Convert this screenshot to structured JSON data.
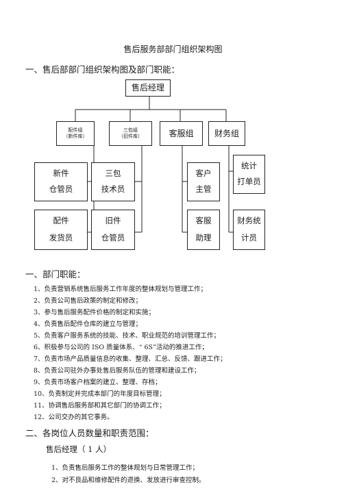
{
  "doc_title": "售后服务部部门组织架构图",
  "section1_heading": "一、售后部部门组织架构图及部门职能：",
  "org": {
    "manager": "售后经理",
    "parts": {
      "line1": "配件组",
      "line2": "（新件库）"
    },
    "sanbao": {
      "line1": "三包组",
      "line2": "（旧件库）"
    },
    "service": "客服组",
    "finance": "财务组",
    "new_parts": {
      "line1": "新件",
      "line2": "仓管员"
    },
    "sanbao_tech": {
      "line1": "三包",
      "line2": "技术员"
    },
    "cust_mgr": {
      "line1": "客户",
      "line2": "主管"
    },
    "stat": {
      "line1": "统计",
      "line2": "打单员"
    },
    "parts_issue": {
      "line1": "配件",
      "line2": "发货员"
    },
    "old_parts": {
      "line1": "旧件",
      "line2": "仓管员"
    },
    "cs_assist": {
      "line1": "客服",
      "line2": "助理"
    },
    "fin_stat": {
      "line1": "财务统",
      "line2": "计员"
    }
  },
  "section2_heading": "一、部门职能：",
  "duties": [
    "1、负责营销系统售后服务工作年度的整体规划与管理工作；",
    "2、负责公司售后政策的制定和修改；",
    "3、参与售后服务配件价格的制定和实施；",
    "4、负责售后配件仓库的建立与管理；",
    "5、负责客户服务系统的技能、技术、职业规范的培训管理工作；",
    "6、积极参与公司的 ISO 质量体系、“ 6S”活动的推进工作；",
    "7、负责市场产品质量信息的收集、整理、汇总、反馈、跟进工作；",
    "8、负责公司驻外办事处售后服务队伍的管理和建设工作；",
    "9、负责市场客户档案的建立、整理、存档；",
    "10、负责制定并完成本部门的年度目标管理；",
    "11、协调售后服务部和其它部门的协调工作；",
    "12、公司交办的其它事务。"
  ],
  "section3_heading": "二、各岗位人员数量和职责范围：",
  "position_title": "售后经理（ 1 人）",
  "position_duties": [
    "1、负责售后服务工作的整体规划与日常管理工作；",
    "2、对不良品和维修配件的退换、发放进行审查控制。"
  ]
}
